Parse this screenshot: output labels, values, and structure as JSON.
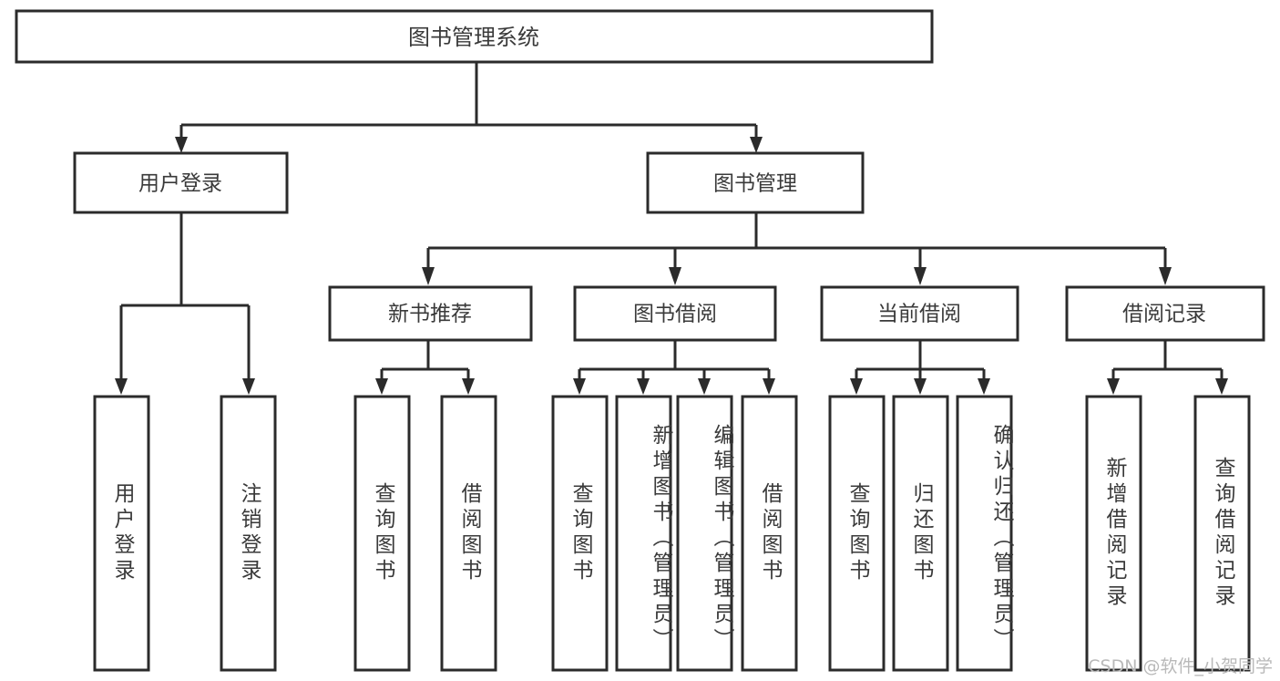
{
  "diagram": {
    "title": "图书管理系统",
    "type": "hierarchy-tree",
    "watermark": "CSDN @软件_小贺同学",
    "colors": {
      "stroke": "#2b2b2b",
      "fill": "#ffffff",
      "text": "#3a3a3a",
      "watermark": "#b9b9b9"
    },
    "nodes": {
      "root": {
        "label": "图书管理系统"
      },
      "level2": [
        {
          "id": "user-login",
          "label": "用户登录"
        },
        {
          "id": "book-manage",
          "label": "图书管理"
        }
      ],
      "level3": [
        {
          "id": "new-book-recommend",
          "label": "新书推荐"
        },
        {
          "id": "book-borrow",
          "label": "图书借阅"
        },
        {
          "id": "current-borrow",
          "label": "当前借阅"
        },
        {
          "id": "borrow-record",
          "label": "借阅记录"
        }
      ],
      "leaves": [
        {
          "id": "leaf-user-login",
          "label": "用户登录",
          "parent": "user-login"
        },
        {
          "id": "leaf-logout-login",
          "label": "注销登录",
          "parent": "user-login"
        },
        {
          "id": "leaf-query-book-1",
          "label": "查询图书",
          "parent": "new-book-recommend"
        },
        {
          "id": "leaf-borrow-book-1",
          "label": "借阅图书",
          "parent": "new-book-recommend"
        },
        {
          "id": "leaf-query-book-2",
          "label": "查询图书",
          "parent": "book-borrow"
        },
        {
          "id": "leaf-add-book",
          "label": "新增图书（管理员）",
          "parent": "book-borrow"
        },
        {
          "id": "leaf-edit-book",
          "label": "编辑图书（管理员）",
          "parent": "book-borrow"
        },
        {
          "id": "leaf-borrow-book-2",
          "label": "借阅图书",
          "parent": "book-borrow"
        },
        {
          "id": "leaf-query-book-3",
          "label": "查询图书",
          "parent": "current-borrow"
        },
        {
          "id": "leaf-return-book",
          "label": "归还图书",
          "parent": "current-borrow"
        },
        {
          "id": "leaf-confirm-return",
          "label": "确认归还（管理员）",
          "parent": "current-borrow"
        },
        {
          "id": "leaf-add-record",
          "label": "新增借阅记录",
          "parent": "borrow-record"
        },
        {
          "id": "leaf-query-record",
          "label": "查询借阅记录",
          "parent": "borrow-record"
        }
      ]
    }
  }
}
